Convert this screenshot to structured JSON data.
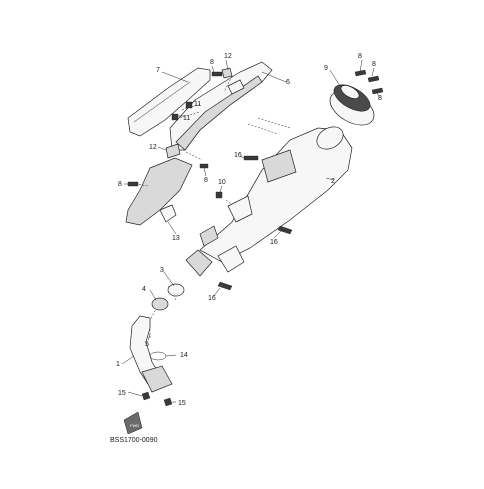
{
  "diagram": {
    "code": "BSS1700-0090",
    "fwd_badge": "FWD",
    "callouts": {
      "c1": "1",
      "c2": "2",
      "c3": "3",
      "c4": "4",
      "c5": "5",
      "c6": "6",
      "c7": "7",
      "c8a": "8",
      "c8b": "8",
      "c8c": "8",
      "c8d": "8",
      "c8e": "8",
      "c8f": "8",
      "c9": "9",
      "c10": "10",
      "c11a": "11",
      "c11b": "11",
      "c12a": "12",
      "c12b": "12",
      "c13": "13",
      "c14": "14",
      "c15a": "15",
      "c15b": "15",
      "c16a": "16",
      "c16b": "16",
      "c16c": "16"
    }
  }
}
